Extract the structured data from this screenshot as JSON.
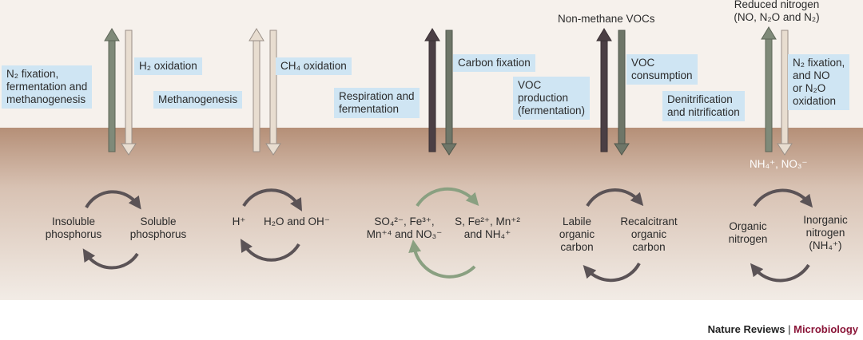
{
  "colors": {
    "sky": "#f6f1ec",
    "soil_top": "#b58f77",
    "soil_bottom": "#f2ece6",
    "label_bg": "#cfe5f3",
    "arrow_grey_green": "#7f8a79",
    "arrow_pale": "#e8ddd0",
    "arrow_dark": "#4b3f44",
    "arrow_mid": "#6e7668",
    "cycle_dark": "#5b5356",
    "cycle_green": "#8aa081",
    "brand": "#8a1538"
  },
  "labels": {
    "n2_fixation_1": "N₂ fixation,\nfermentation and\nmethanogenesis",
    "h2_oxidation": "H₂ oxidation",
    "methanogenesis": "Methanogenesis",
    "ch4_oxidation": "CH₄ oxidation",
    "respiration": "Respiration and\nfermentation",
    "carbon_fixation": "Carbon fixation",
    "voc_production": "VOC\nproduction\n(fermentation)",
    "voc_consumption": "VOC\nconsumption",
    "denitrification": "Denitrification\nand nitrification",
    "n2_fixation_2": "N₂ fixation,\nand NO\nor N₂O\noxidation"
  },
  "top_labels": {
    "non_methane_vocs": "Non-methane VOCs",
    "reduced_nitrogen": "Reduced nitrogen\n(NO, N₂O and N₂)"
  },
  "nh4_no3": "NH₄⁺, NO₃⁻",
  "cycles": {
    "phosphorus": {
      "left": "Insoluble\nphosphorus",
      "right": "Soluble\nphosphorus"
    },
    "water": {
      "left": "H⁺",
      "right": "H₂O and OH⁻"
    },
    "redox": {
      "left": "SO₄²⁻, Fe³⁺,\nMn⁺⁴ and NO₃⁻",
      "right": "S, Fe²⁺, Mn⁺²\nand NH₄⁺"
    },
    "carbon": {
      "left": "Labile\norganic\ncarbon",
      "right": "Recalcitrant\norganic\ncarbon"
    },
    "nitrogen": {
      "left": "Organic\nnitrogen",
      "right": "Inorganic\nnitrogen\n(NH₄⁺)"
    }
  },
  "credit": {
    "journal": "Nature Reviews",
    "separator": " | ",
    "section": "Microbiology"
  }
}
